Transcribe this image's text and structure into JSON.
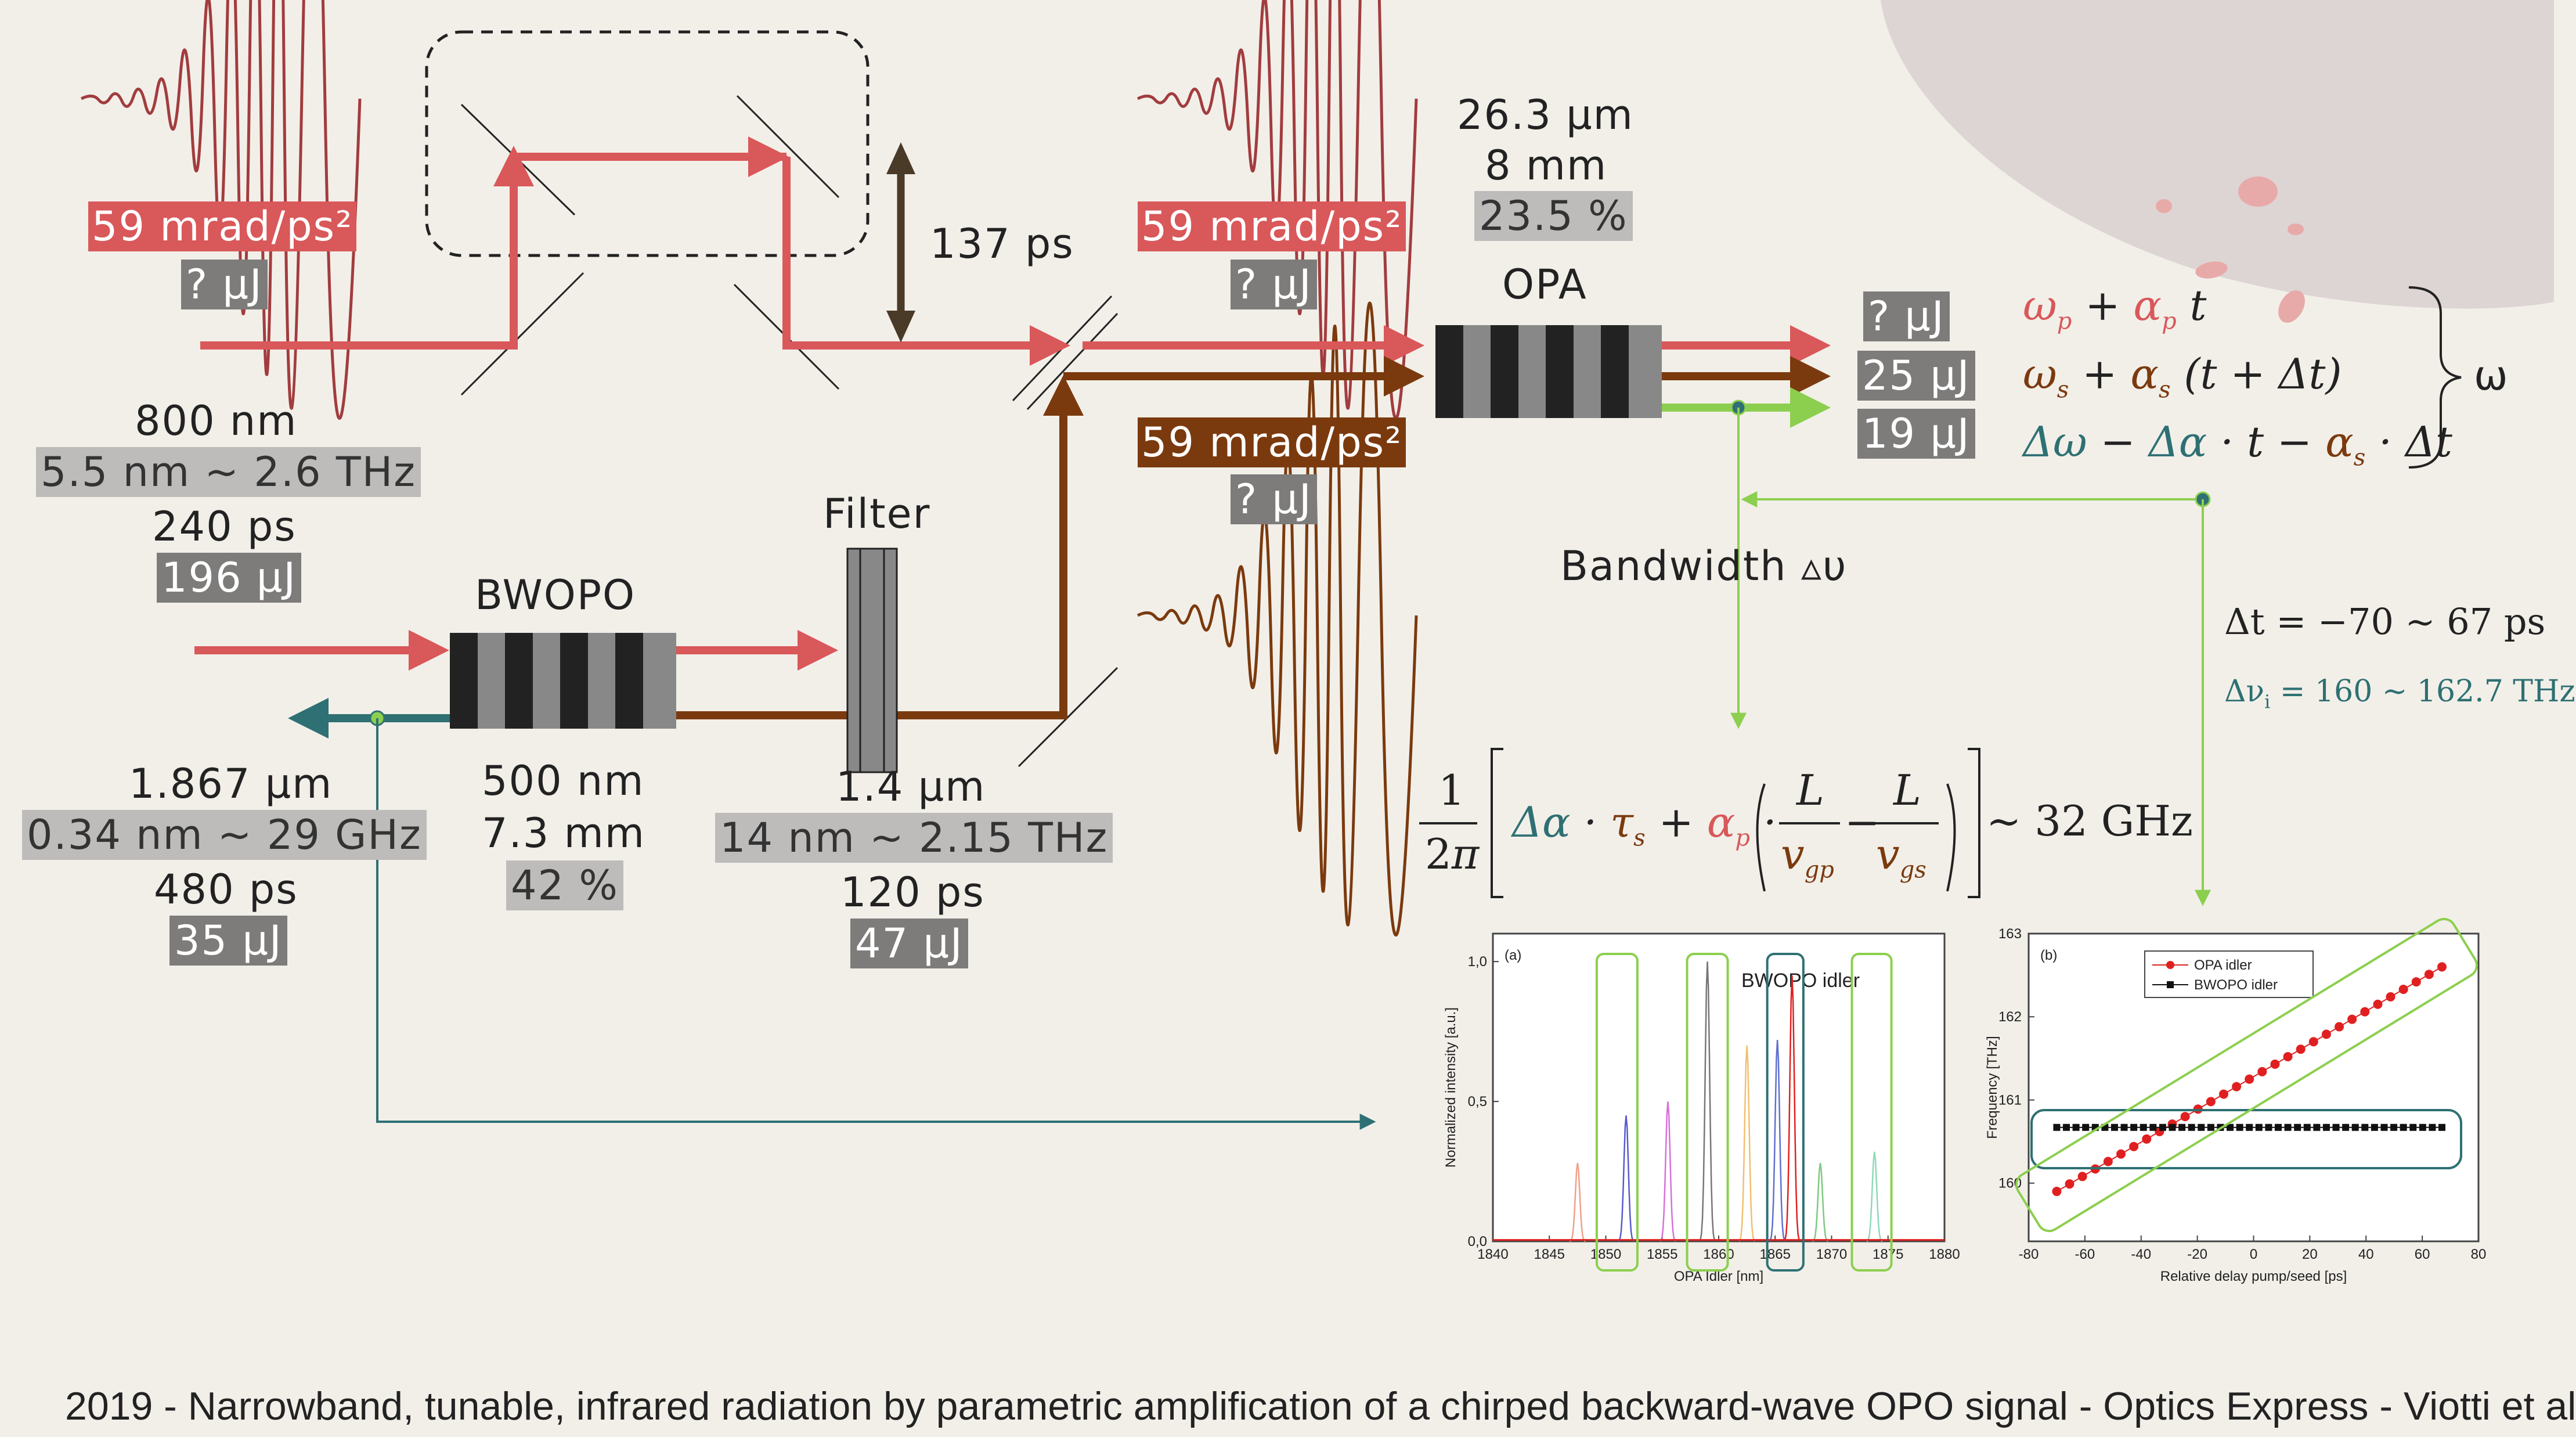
{
  "colors": {
    "pump": "#d9585a",
    "signal": "#7b3a0e",
    "idler": "#8ccf4e",
    "teal": "#2e7073",
    "crystal_dark": "#222222",
    "crystal_light": "#8a8a8a",
    "background": "#f2efe9"
  },
  "labels": {
    "chirp_top_left": "59 mrad/ps²",
    "energy_top_left": "? µJ",
    "delay": "137 ps",
    "chirp_top_mid": "59 mrad/ps²",
    "energy_top_mid": "? µJ",
    "chirp_signal": "59 mrad/ps²",
    "energy_signal": "? µJ",
    "opa_beam": "26.3 µm",
    "opa_length": "8 mm",
    "opa_eff": "23.5 %",
    "opa_title": "OPA",
    "out_energy_1": "? µJ",
    "out_energy_2": "25 µJ",
    "out_energy_3": "19 µJ",
    "omega": "ω",
    "pump_wl": "800 nm",
    "pump_bw": "5.5 nm ~ 2.6 THz",
    "pump_dur": "240 ps",
    "pump_energy": "196 µJ",
    "bwopo_title": "BWOPO",
    "filter_title": "Filter",
    "bandwidth": "Bandwidth ▵υ",
    "bwopo_beam": "500 nm",
    "bwopo_length": "7.3 mm",
    "bwopo_eff": "42 %",
    "back_wl": "1.867 µm",
    "back_bw": "0.34 nm ~ 29 GHz",
    "back_dur": "480 ps",
    "back_energy": "35 µJ",
    "fwd_wl": "1.4 µm",
    "fwd_bw": "14 nm ~ 2.15 THz",
    "fwd_dur": "120 ps",
    "fwd_energy": "47 µJ",
    "delta_t": "Δt = −70 ~ 67 ps",
    "delta_nu": "Δν",
    "delta_nu_sub": "i",
    "delta_nu_val": " = 160 ~ 162.7 THz",
    "result": "~ 32 GHz",
    "caption": "2019 - Narrowband, tunable, infrared radiation by parametric amplification of a chirped backward-wave OPO signal - Optics Express - Viotti et al"
  },
  "chart_data": [
    {
      "type": "line",
      "panel": "(a)",
      "legend_text": "BWOPO idler",
      "xlabel": "OPA Idler [nm]",
      "ylabel": "Normalized intensity [a.u.]",
      "xlim": [
        1840,
        1880
      ],
      "ylim": [
        0,
        1.1
      ],
      "xticks": [
        "1840",
        "1845",
        "1850",
        "1855",
        "1860",
        "1865",
        "1870",
        "1875",
        "1880"
      ],
      "yticks": [
        "0,0",
        "0,5",
        "1,0"
      ],
      "peaks": [
        {
          "x": 1847.5,
          "y": 0.28,
          "color": "#f0a08a"
        },
        {
          "x": 1851.8,
          "y": 0.45,
          "color": "#5a5acd"
        },
        {
          "x": 1855.5,
          "y": 0.5,
          "color": "#d870d8"
        },
        {
          "x": 1859.0,
          "y": 1.0,
          "color": "#777777"
        },
        {
          "x": 1862.5,
          "y": 0.7,
          "color": "#f0c070"
        },
        {
          "x": 1865.2,
          "y": 0.72,
          "color": "#6070d0"
        },
        {
          "x": 1866.5,
          "y": 0.95,
          "color": "#e02020"
        },
        {
          "x": 1869.0,
          "y": 0.28,
          "color": "#7fc87f"
        },
        {
          "x": 1873.8,
          "y": 0.32,
          "color": "#8fd8b8"
        }
      ]
    },
    {
      "type": "line",
      "panel": "(b)",
      "xlabel": "Relative delay pump/seed [ps]",
      "ylabel": "Frequency [THz]",
      "xlim": [
        -80,
        80
      ],
      "ylim": [
        159.3,
        163
      ],
      "xticks": [
        "-80",
        "-60",
        "-40",
        "-20",
        "0",
        "20",
        "40",
        "60",
        "80"
      ],
      "yticks": [
        "160",
        "161",
        "162",
        "163"
      ],
      "series": [
        {
          "name": "OPA idler",
          "color": "#e02020",
          "x_start": -70,
          "x_end": 67,
          "y_start": 159.9,
          "y_end": 162.6,
          "n": 31
        },
        {
          "name": "BWOPO idler",
          "color": "#111111",
          "x_start": -70,
          "x_end": 67,
          "y_start": 160.67,
          "y_end": 160.67,
          "n": 41
        }
      ]
    }
  ]
}
